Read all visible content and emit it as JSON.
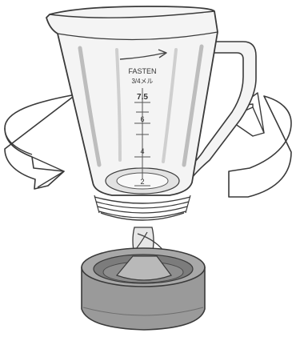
{
  "jar": {
    "arrow_text": "FASTEN",
    "unit_text": "3/4メル",
    "scale_labels": [
      "7.5",
      "6",
      "4",
      "2"
    ]
  },
  "colors": {
    "outline": "#3a3a3a",
    "jar_fill": "#f4f4f4",
    "base_fill": "#9a9a9a",
    "base_dark": "#7c7c7c",
    "rotation_arrow_fill": "#ffffff"
  },
  "icons": {
    "left_arrow": "counterclockwise-rotation-arrow-icon",
    "right_arrow": "clockwise-rotation-arrow-icon"
  }
}
